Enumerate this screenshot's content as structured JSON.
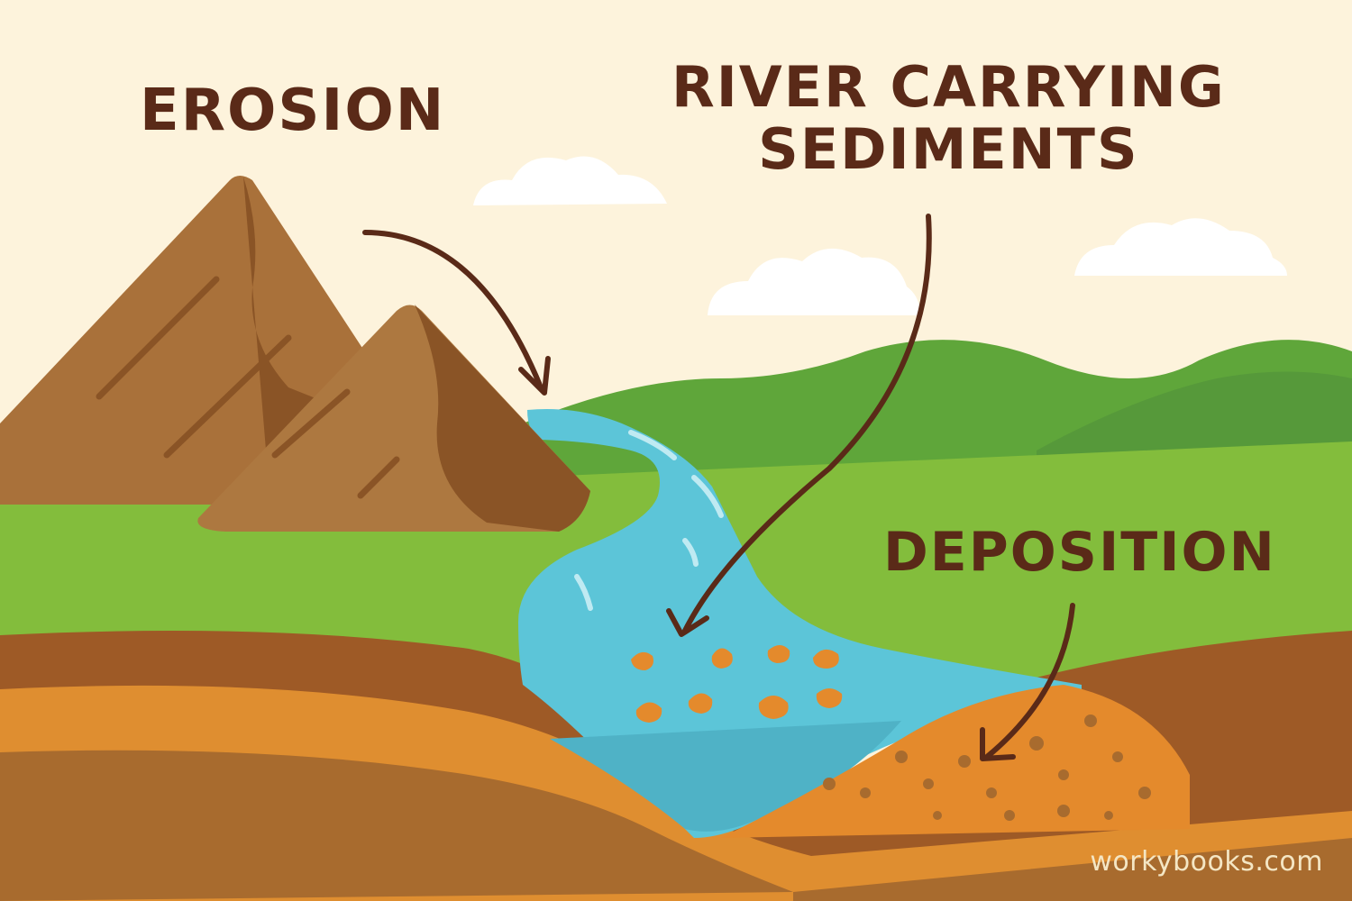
{
  "labels": {
    "erosion": "EROSION",
    "river_line1": "RIVER CARRYING",
    "river_line2": "SEDIMENTS",
    "deposition": "DEPOSITION"
  },
  "credit": "workybooks.com",
  "colors": {
    "sky": "#fdf3dc",
    "cloud": "#ffffff",
    "mountain": "#a9713a",
    "mountain_shadow": "#8a5426",
    "hills": "#5fa63a",
    "grass": "#83bd3c",
    "river": "#5cc5d8",
    "soil_dark": "#9e5a26",
    "soil_orange": "#df8e30",
    "soil_brown": "#a86b2e",
    "sediment": "#e48a2c",
    "arrow": "#5a2a18",
    "text": "#5a2a18"
  },
  "icons": [
    "arrow-icon",
    "cloud-icon",
    "mountain-icon",
    "river-icon",
    "sediment-icon"
  ]
}
